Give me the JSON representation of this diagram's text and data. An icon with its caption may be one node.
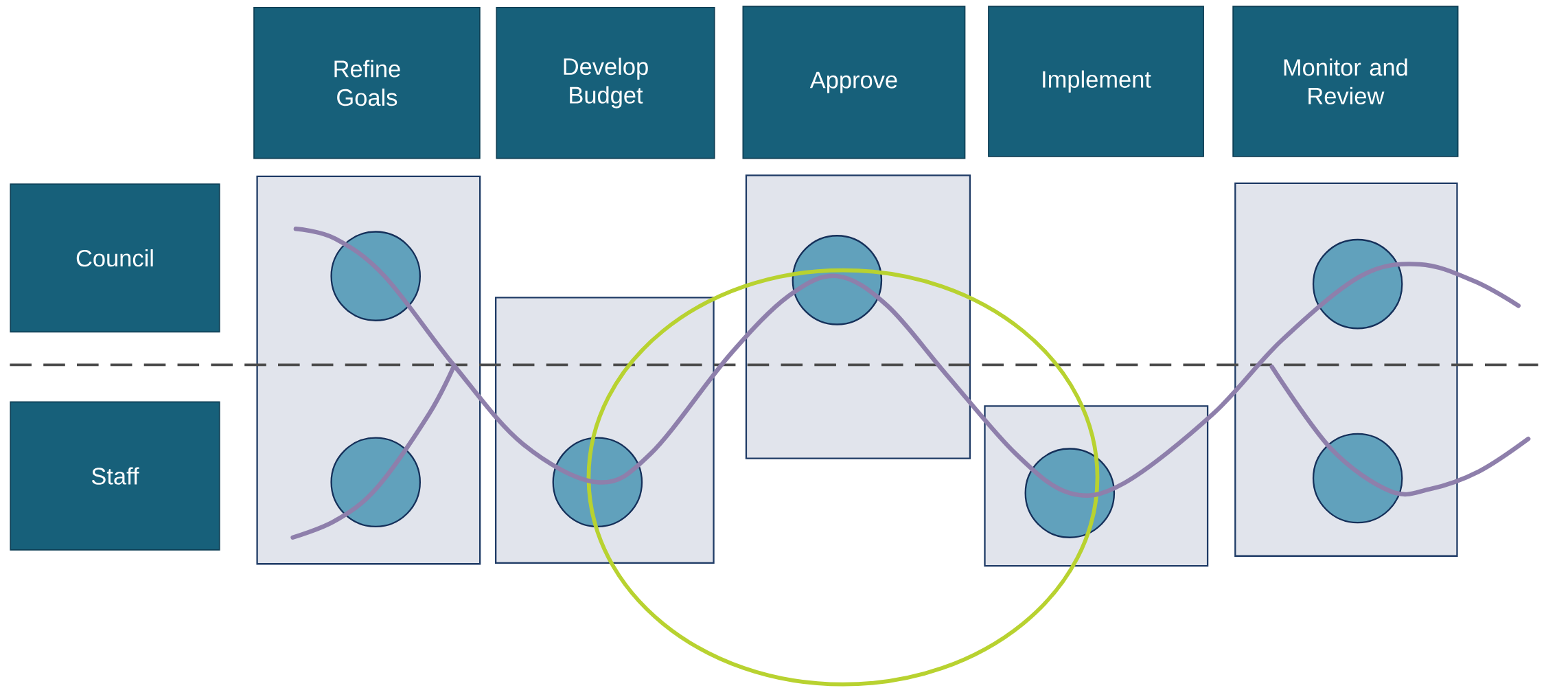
{
  "diagram": {
    "nodes": [
      {
        "text": [
          "Refine Goals"
        ]
      },
      {
        "text": [
          "Develop Budget"
        ]
      },
      {
        "text": [
          "Approve"
        ]
      },
      {
        "text": [
          "Implement"
        ]
      },
      {
        "text": [
          "Monitor and Review"
        ]
      },
      {
        "text": [
          "Council"
        ]
      },
      {
        "text": [
          "Staff"
        ]
      },
      {
        "text": [],
        "shape": "box"
      },
      {
        "text": [],
        "shape": "circle",
        "in": 7
      },
      {
        "text": [],
        "shape": "circle",
        "in": 7
      },
      {
        "text": [],
        "shape": "box"
      },
      {
        "text": [],
        "shape": "circle",
        "in": 10
      },
      {
        "text": [],
        "shape": "box"
      },
      {
        "text": [],
        "shape": "circle",
        "in": 12
      },
      {
        "text": [],
        "shape": "box"
      },
      {
        "text": [],
        "shape": "circle",
        "in": 14
      },
      {
        "text": [],
        "shape": "box"
      },
      {
        "text": [],
        "shape": "circle",
        "in": 16
      },
      {
        "text": [],
        "shape": "circle",
        "in": 16
      }
    ]
  }
}
